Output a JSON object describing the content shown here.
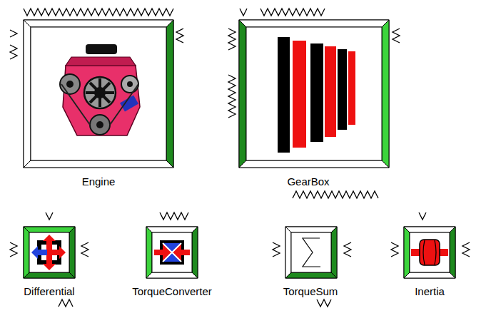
{
  "diagram": {
    "nodes": [
      {
        "text": [
          "Engine"
        ]
      },
      {
        "text": [
          "GearBox"
        ]
      },
      {
        "text": [
          "Differential"
        ]
      },
      {
        "text": [
          "TorqueConverter"
        ]
      },
      {
        "text": [
          "TorqueSum"
        ]
      },
      {
        "text": [
          "Inertia"
        ]
      }
    ]
  }
}
